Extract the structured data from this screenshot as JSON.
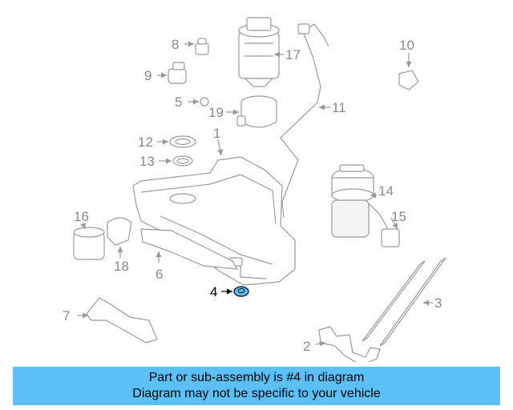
{
  "callouts": {
    "c1": "1",
    "c2": "2",
    "c3": "3",
    "c4": "4",
    "c5": "5",
    "c6": "6",
    "c7": "7",
    "c8": "8",
    "c9": "9",
    "c10": "10",
    "c11": "11",
    "c12": "12",
    "c13": "13",
    "c14": "14",
    "c15": "15",
    "c16": "16",
    "c17": "17",
    "c18": "18",
    "c19": "19"
  },
  "highlighted_part": "4",
  "colors": {
    "banner": "#5bc0f8",
    "highlight": "#5bc0f8",
    "line": "#9a9a9a"
  },
  "banner": {
    "line1": "Part or sub-assembly is #4 in diagram",
    "line2": "Diagram may not be specific to your vehicle"
  }
}
